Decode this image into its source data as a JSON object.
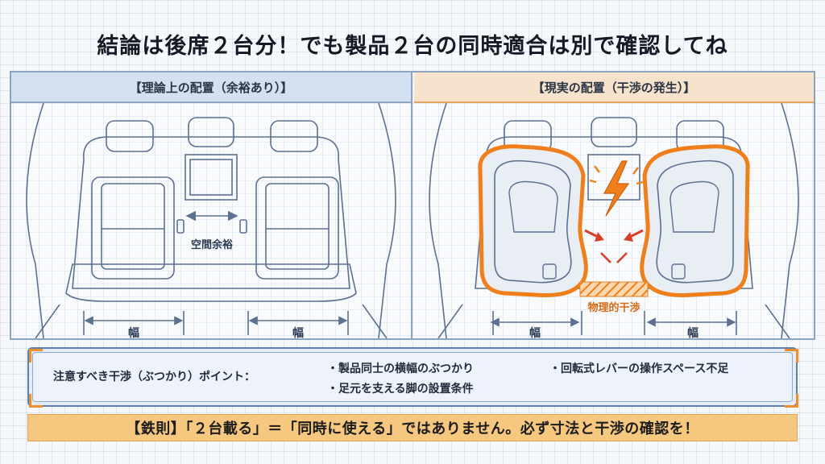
{
  "title": "結論は後席２台分！でも製品２台の同時適合は別で確認してね",
  "left_panel": {
    "header": "【理論上の配置（余裕あり）】",
    "gap_label": "空間余裕",
    "width_label_left": "幅",
    "width_label_right": "幅"
  },
  "right_panel": {
    "header": "【現実の配置（干渉の発生）】",
    "interference_label": "物理的干渉",
    "width_label_left": "幅",
    "width_label_right": "幅"
  },
  "notes": {
    "label": "注意すべき干渉（ぶつかり）ポイント：",
    "items": [
      "・製品同士の横幅のぶつかり",
      "・足元を支える脚の設置条件",
      "・回転式レバーの操作スペース不足"
    ]
  },
  "rule": "【鉄則】「２台載る」＝「同時に使える」ではありません。必ず寸法と干渉の確認を！",
  "colors": {
    "line": "#5c7190",
    "accent_orange": "#ef7f1a",
    "left_header_bg": "#d3e0ef",
    "right_header_bg": "#f7e3cc",
    "rule_bg": "#f6c77f"
  }
}
